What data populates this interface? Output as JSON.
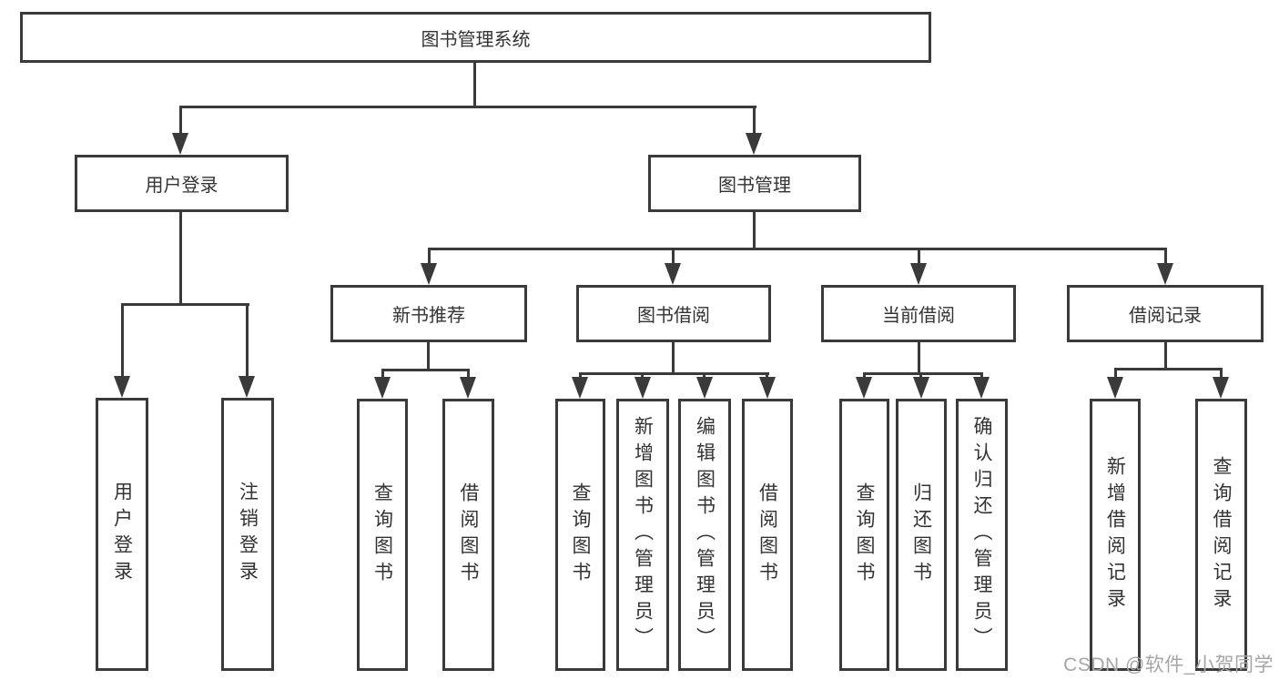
{
  "diagram": {
    "title": "图书管理系统",
    "watermark": "CSDN @软件_小贺同学",
    "colors": {
      "line": "#3a3a3a",
      "text": "#333333",
      "background": "#ffffff",
      "watermark": "#a6a6a6"
    },
    "nodes": {
      "root": {
        "label": "图书管理系统",
        "children": [
          "user_login",
          "book_mgmt"
        ]
      },
      "user_login": {
        "label": "用户登录",
        "children": [
          "login",
          "logout"
        ]
      },
      "book_mgmt": {
        "label": "图书管理",
        "children": [
          "new_book_rec",
          "book_borrow",
          "current_borrow",
          "borrow_records"
        ]
      },
      "new_book_rec": {
        "label": "新书推荐",
        "children": [
          "rec_query",
          "rec_borrow"
        ]
      },
      "book_borrow": {
        "label": "图书借阅",
        "children": [
          "bb_query",
          "bb_add",
          "bb_edit",
          "bb_borrow"
        ]
      },
      "current_borrow": {
        "label": "当前借阅",
        "children": [
          "cb_query",
          "cb_return",
          "cb_confirm"
        ]
      },
      "borrow_records": {
        "label": "借阅记录",
        "children": [
          "br_add",
          "br_query"
        ]
      },
      "login": {
        "label": "用户登录"
      },
      "logout": {
        "label": "注销登录"
      },
      "rec_query": {
        "label": "查询图书"
      },
      "rec_borrow": {
        "label": "借阅图书"
      },
      "bb_query": {
        "label": "查询图书"
      },
      "bb_add": {
        "label": "新增图书（管理员）"
      },
      "bb_edit": {
        "label": "编辑图书（管理员）"
      },
      "bb_borrow": {
        "label": "借阅图书"
      },
      "cb_query": {
        "label": "查询图书"
      },
      "cb_return": {
        "label": "归还图书"
      },
      "cb_confirm": {
        "label": "确认归还（管理员）"
      },
      "br_add": {
        "label": "新增借阅记录"
      },
      "br_query": {
        "label": "查询借阅记录"
      }
    }
  }
}
